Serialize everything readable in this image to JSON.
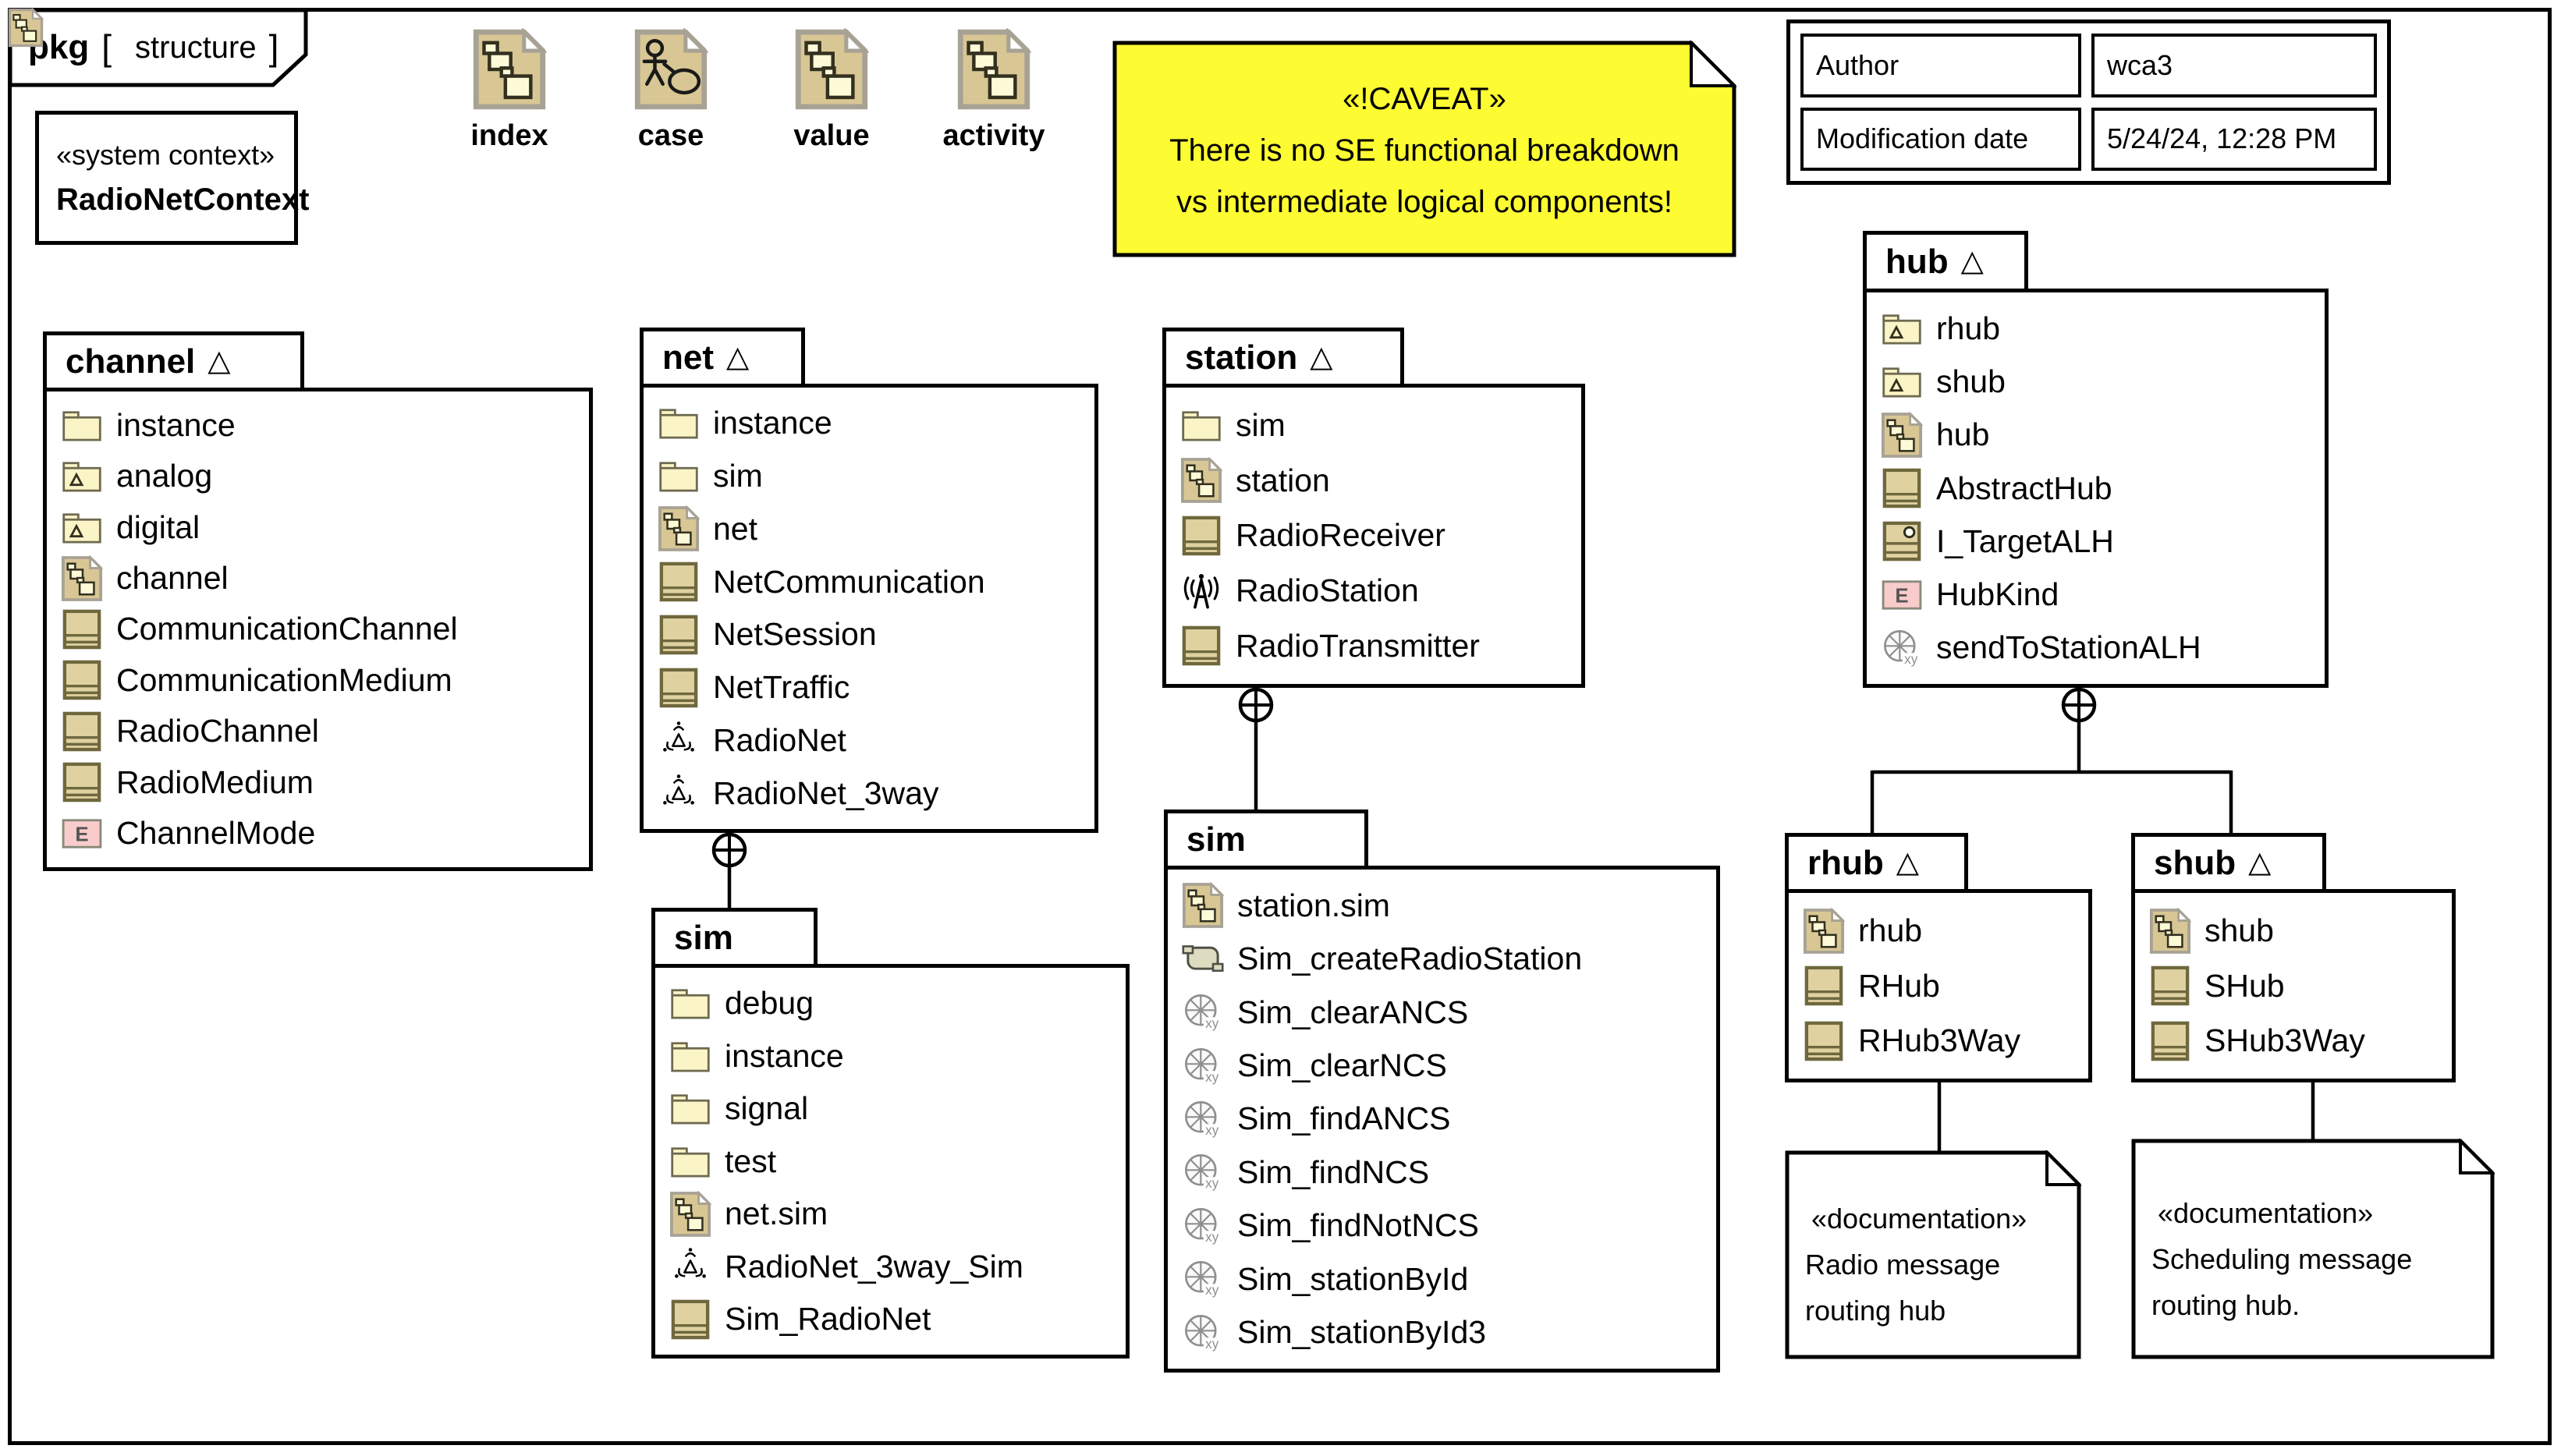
{
  "diagram_frame": {
    "keyword": "pkg",
    "open_bracket": "[",
    "diagram_name": "structure",
    "close_bracket": "]",
    "tab_icon": "package-diagram-icon"
  },
  "context_box": {
    "stereotype": "«system context»",
    "name": "RadioNetContext"
  },
  "toolbar_icons": [
    {
      "icon": "package-diagram-icon",
      "label": "index"
    },
    {
      "icon": "use-case-diagram-icon",
      "label": "case"
    },
    {
      "icon": "package-diagram-icon",
      "label": "value"
    },
    {
      "icon": "package-diagram-icon",
      "label": "activity"
    }
  ],
  "caveat_note": {
    "stereotype": "«!CAVEAT»",
    "lines": [
      "There is no SE functional breakdown",
      "vs intermediate logical components!"
    ]
  },
  "info_table": {
    "rows": [
      {
        "label": "Author",
        "value": "wca3"
      },
      {
        "label": "Modification date",
        "value": "5/24/24, 12:28 PM"
      }
    ]
  },
  "packages": [
    {
      "id": "channel",
      "name": "channel",
      "triangle": "△",
      "items": [
        {
          "icon": "folder-icon",
          "label": "instance"
        },
        {
          "icon": "folder-triangle-icon",
          "label": "analog"
        },
        {
          "icon": "folder-triangle-icon",
          "label": "digital"
        },
        {
          "icon": "package-diagram-icon",
          "label": "channel"
        },
        {
          "icon": "class-icon",
          "label": "CommunicationChannel"
        },
        {
          "icon": "class-icon",
          "label": "CommunicationMedium"
        },
        {
          "icon": "class-icon",
          "label": "RadioChannel"
        },
        {
          "icon": "class-icon",
          "label": "RadioMedium"
        },
        {
          "icon": "enumeration-icon",
          "label": "ChannelMode"
        }
      ]
    },
    {
      "id": "net",
      "name": "net",
      "triangle": "△",
      "items": [
        {
          "icon": "folder-icon",
          "label": "instance"
        },
        {
          "icon": "folder-icon",
          "label": "sim"
        },
        {
          "icon": "package-diagram-icon",
          "label": "net"
        },
        {
          "icon": "class-icon",
          "label": "NetCommunication"
        },
        {
          "icon": "class-icon",
          "label": "NetSession"
        },
        {
          "icon": "class-icon",
          "label": "NetTraffic"
        },
        {
          "icon": "radio-net-icon",
          "label": "RadioNet"
        },
        {
          "icon": "radio-net-icon",
          "label": "RadioNet_3way"
        }
      ]
    },
    {
      "id": "station",
      "name": "station",
      "triangle": "△",
      "items": [
        {
          "icon": "folder-icon",
          "label": "sim"
        },
        {
          "icon": "package-diagram-icon",
          "label": "station"
        },
        {
          "icon": "class-icon",
          "label": "RadioReceiver"
        },
        {
          "icon": "antenna-icon",
          "label": "RadioStation"
        },
        {
          "icon": "class-icon",
          "label": "RadioTransmitter"
        }
      ]
    },
    {
      "id": "hub",
      "name": "hub",
      "triangle": "△",
      "items": [
        {
          "icon": "folder-triangle-icon",
          "label": "rhub"
        },
        {
          "icon": "folder-triangle-icon",
          "label": "shub"
        },
        {
          "icon": "package-diagram-icon",
          "label": "hub"
        },
        {
          "icon": "class-icon",
          "label": "AbstractHub"
        },
        {
          "icon": "interface-icon",
          "label": "I_TargetALH"
        },
        {
          "icon": "enumeration-icon",
          "label": "HubKind"
        },
        {
          "icon": "function-icon",
          "label": "sendToStationALH"
        }
      ]
    },
    {
      "id": "sim_net",
      "name": "sim",
      "triangle": "",
      "items": [
        {
          "icon": "folder-icon",
          "label": "debug"
        },
        {
          "icon": "folder-icon",
          "label": "instance"
        },
        {
          "icon": "folder-icon",
          "label": "signal"
        },
        {
          "icon": "folder-icon",
          "label": "test"
        },
        {
          "icon": "package-diagram-icon",
          "label": "net.sim"
        },
        {
          "icon": "radio-net-icon",
          "label": "RadioNet_3way_Sim"
        },
        {
          "icon": "class-icon",
          "label": "Sim_RadioNet"
        }
      ]
    },
    {
      "id": "sim_station",
      "name": "sim",
      "triangle": "",
      "items": [
        {
          "icon": "package-diagram-icon",
          "label": "station.sim"
        },
        {
          "icon": "activity-icon",
          "label": "Sim_createRadioStation"
        },
        {
          "icon": "function-icon",
          "label": "Sim_clearANCS"
        },
        {
          "icon": "function-icon",
          "label": "Sim_clearNCS"
        },
        {
          "icon": "function-icon",
          "label": "Sim_findANCS"
        },
        {
          "icon": "function-icon",
          "label": "Sim_findNCS"
        },
        {
          "icon": "function-icon",
          "label": "Sim_findNotNCS"
        },
        {
          "icon": "function-icon",
          "label": "Sim_stationById"
        },
        {
          "icon": "function-icon",
          "label": "Sim_stationById3"
        }
      ]
    },
    {
      "id": "rhub",
      "name": "rhub",
      "triangle": "△",
      "items": [
        {
          "icon": "package-diagram-icon",
          "label": "rhub"
        },
        {
          "icon": "class-icon",
          "label": "RHub"
        },
        {
          "icon": "class-icon",
          "label": "RHub3Way"
        }
      ]
    },
    {
      "id": "shub",
      "name": "shub",
      "triangle": "△",
      "items": [
        {
          "icon": "package-diagram-icon",
          "label": "shub"
        },
        {
          "icon": "class-icon",
          "label": "SHub"
        },
        {
          "icon": "class-icon",
          "label": "SHub3Way"
        }
      ]
    }
  ],
  "doc_notes": [
    {
      "id": "doc_rhub",
      "stereotype": "«documentation»",
      "lines": [
        "Radio message",
        "routing hub"
      ]
    },
    {
      "id": "doc_shub",
      "stereotype": "«documentation»",
      "lines": [
        "Scheduling message",
        "routing hub."
      ]
    }
  ],
  "connectors": [
    {
      "from": "net",
      "to": "sim_net",
      "type": "containment"
    },
    {
      "from": "station",
      "to": "sim_station",
      "type": "containment"
    },
    {
      "from": "hub",
      "to": "rhub",
      "type": "containment"
    },
    {
      "from": "hub",
      "to": "shub",
      "type": "containment"
    },
    {
      "from": "rhub",
      "to": "doc_rhub",
      "type": "anchor"
    },
    {
      "from": "shub",
      "to": "doc_shub",
      "type": "anchor"
    }
  ],
  "colors": {
    "note_yellow": "#fdfb32",
    "icon_document_tan": "#d8c794",
    "icon_package_cream": "#fdfad8",
    "class_fill": "#dfd1a0",
    "enum_pink": "#f9cccc",
    "folder_fill": "#fbf4c6",
    "line_black": "#000000"
  }
}
